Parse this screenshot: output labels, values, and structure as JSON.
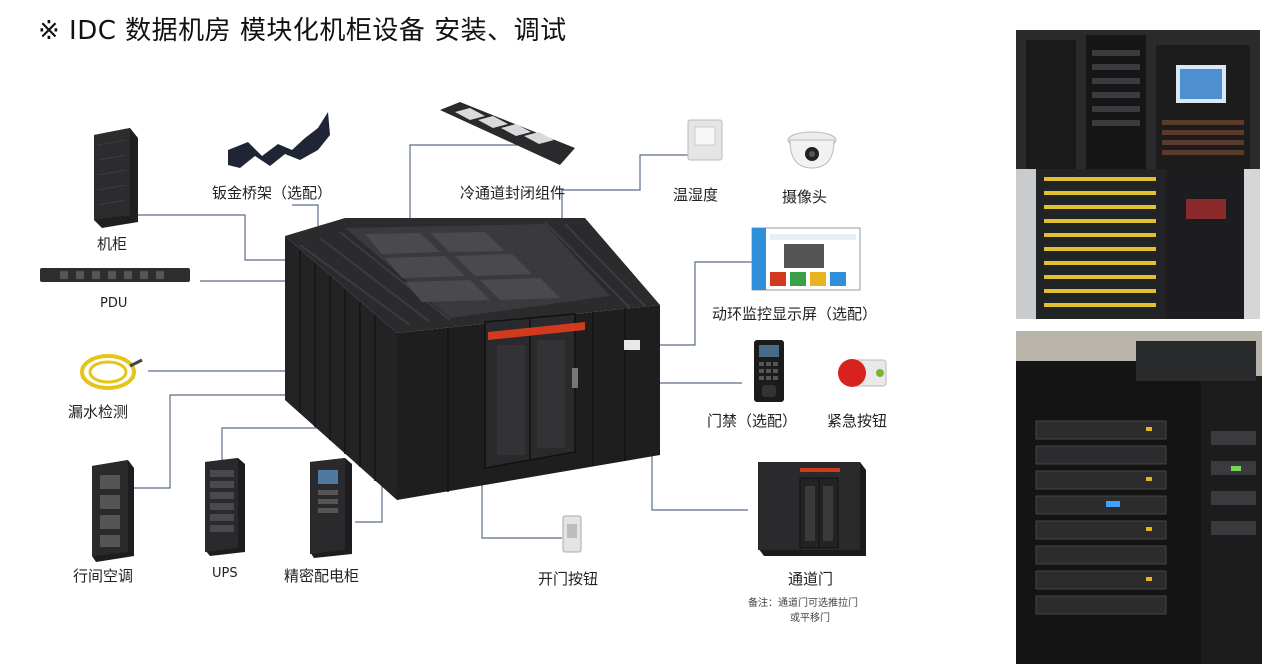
{
  "page": {
    "title": "※ IDC 数据机房 模块化机柜设备 安装、调试"
  },
  "components": {
    "cabinet": "机柜",
    "tray": "钣金桥架（选配）",
    "cold_aisle": "冷通道封闭组件",
    "temp_humidity": "温湿度",
    "camera": "摄像头",
    "pdu": "PDU",
    "monitor_screen": "动环监控显示屏（选配）",
    "leak_detection": "漏水检测",
    "access_control": "门禁（选配）",
    "emergency_button": "紧急按钮",
    "row_ac": "行间空调",
    "ups": "UPS",
    "precision_pdc": "精密配电柜",
    "door_button": "开门按钮",
    "aisle_door": "通道门",
    "note_line1": "备注：通道门可选推拉门",
    "note_line2": "或平移门"
  },
  "colors": {
    "cabinet_body": "#1e1e1f",
    "connector_line": "#5a6e86",
    "led_strip": "#d23a1e",
    "emergency_red": "#d8221f",
    "monitor_accent": "#2f8fd8"
  }
}
